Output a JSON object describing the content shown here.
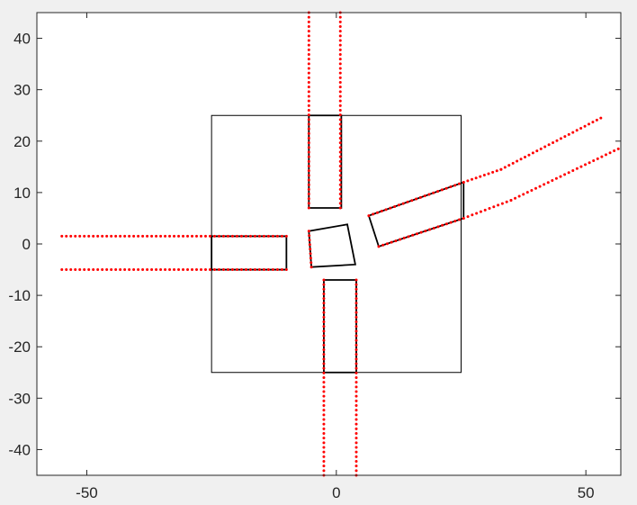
{
  "chart_data": {
    "type": "scatter",
    "title": "",
    "xlabel": "",
    "ylabel": "",
    "xlim": [
      -60,
      57
    ],
    "ylim": [
      -45,
      45
    ],
    "xticks": [
      -50,
      0,
      50
    ],
    "yticks": [
      40,
      30,
      20,
      10,
      0,
      -10,
      -20,
      -30,
      -40
    ],
    "grid": false,
    "colors": {
      "background": "#f0f0f0",
      "plot_area": "#ffffff",
      "axes": "#262626",
      "outlines": "#000000",
      "markers": "#ff0000"
    },
    "outlines": [
      {
        "name": "outer-square",
        "points": [
          [
            -25,
            -25
          ],
          [
            25,
            -25
          ],
          [
            25,
            25
          ],
          [
            -25,
            25
          ]
        ],
        "closed": true,
        "weight": "thin"
      },
      {
        "name": "north-block",
        "points": [
          [
            -5.5,
            7
          ],
          [
            1,
            7
          ],
          [
            1,
            25
          ],
          [
            -5.5,
            25
          ]
        ],
        "closed": true,
        "weight": "thick"
      },
      {
        "name": "west-block",
        "points": [
          [
            -25,
            -5
          ],
          [
            -10,
            -5
          ],
          [
            -10,
            1.5
          ],
          [
            -25,
            1.5
          ]
        ],
        "closed": true,
        "weight": "thick"
      },
      {
        "name": "south-block",
        "points": [
          [
            -2.5,
            -25
          ],
          [
            4,
            -25
          ],
          [
            4,
            -7
          ],
          [
            -2.5,
            -7
          ]
        ],
        "closed": true,
        "weight": "thick"
      },
      {
        "name": "center-block",
        "points": [
          [
            -5.5,
            2.5
          ],
          [
            2.2,
            3.8
          ],
          [
            3.8,
            -4
          ],
          [
            -5,
            -4.5
          ]
        ],
        "closed": true,
        "weight": "thick"
      },
      {
        "name": "east-block",
        "points": [
          [
            6.5,
            5.5
          ],
          [
            25.5,
            12
          ],
          [
            25.5,
            5
          ],
          [
            8.5,
            -0.5
          ]
        ],
        "closed": true,
        "weight": "thick"
      }
    ],
    "point_series": [
      {
        "name": "north-lane-left",
        "from": [
          -5.5,
          45
        ],
        "to": [
          -5.5,
          7
        ],
        "step": 0.9
      },
      {
        "name": "north-lane-right",
        "from": [
          0.8,
          45
        ],
        "to": [
          0.8,
          7
        ],
        "step": 0.9
      },
      {
        "name": "south-lane-left",
        "from": [
          -2.5,
          -7
        ],
        "to": [
          -2.5,
          -45
        ],
        "step": 0.9
      },
      {
        "name": "south-lane-right",
        "from": [
          4,
          -7
        ],
        "to": [
          4,
          -45
        ],
        "step": 0.9
      },
      {
        "name": "west-lane-top",
        "from": [
          -55,
          1.5
        ],
        "to": [
          -10,
          1.5
        ],
        "step": 0.9
      },
      {
        "name": "west-lane-bottom",
        "from": [
          -55,
          -5
        ],
        "to": [
          -10,
          -5
        ],
        "step": 0.9
      },
      {
        "name": "east-lane-top-near",
        "from": [
          6.5,
          5.5
        ],
        "to": [
          25.5,
          12
        ],
        "step": 0.9
      },
      {
        "name": "east-lane-bottom-near",
        "from": [
          8.5,
          -0.5
        ],
        "to": [
          25.5,
          5
        ],
        "step": 0.9
      },
      {
        "name": "east-lane-top-far-a",
        "from": [
          25.5,
          12
        ],
        "to": [
          33,
          14.5
        ],
        "step": 0.9
      },
      {
        "name": "east-lane-top-far-b",
        "from": [
          33,
          14.5
        ],
        "to": [
          53,
          24.5
        ],
        "step": 0.9
      },
      {
        "name": "east-lane-bottom-far-a",
        "from": [
          25.5,
          5
        ],
        "to": [
          35,
          8.5
        ],
        "step": 0.9
      },
      {
        "name": "east-lane-bottom-far-b",
        "from": [
          35,
          8.5
        ],
        "to": [
          56.5,
          18.5
        ],
        "step": 0.9
      },
      {
        "name": "center-block-dots",
        "from": [
          -5.5,
          2.5
        ],
        "to": [
          -5,
          -4.5
        ],
        "step": 0.9
      }
    ]
  }
}
